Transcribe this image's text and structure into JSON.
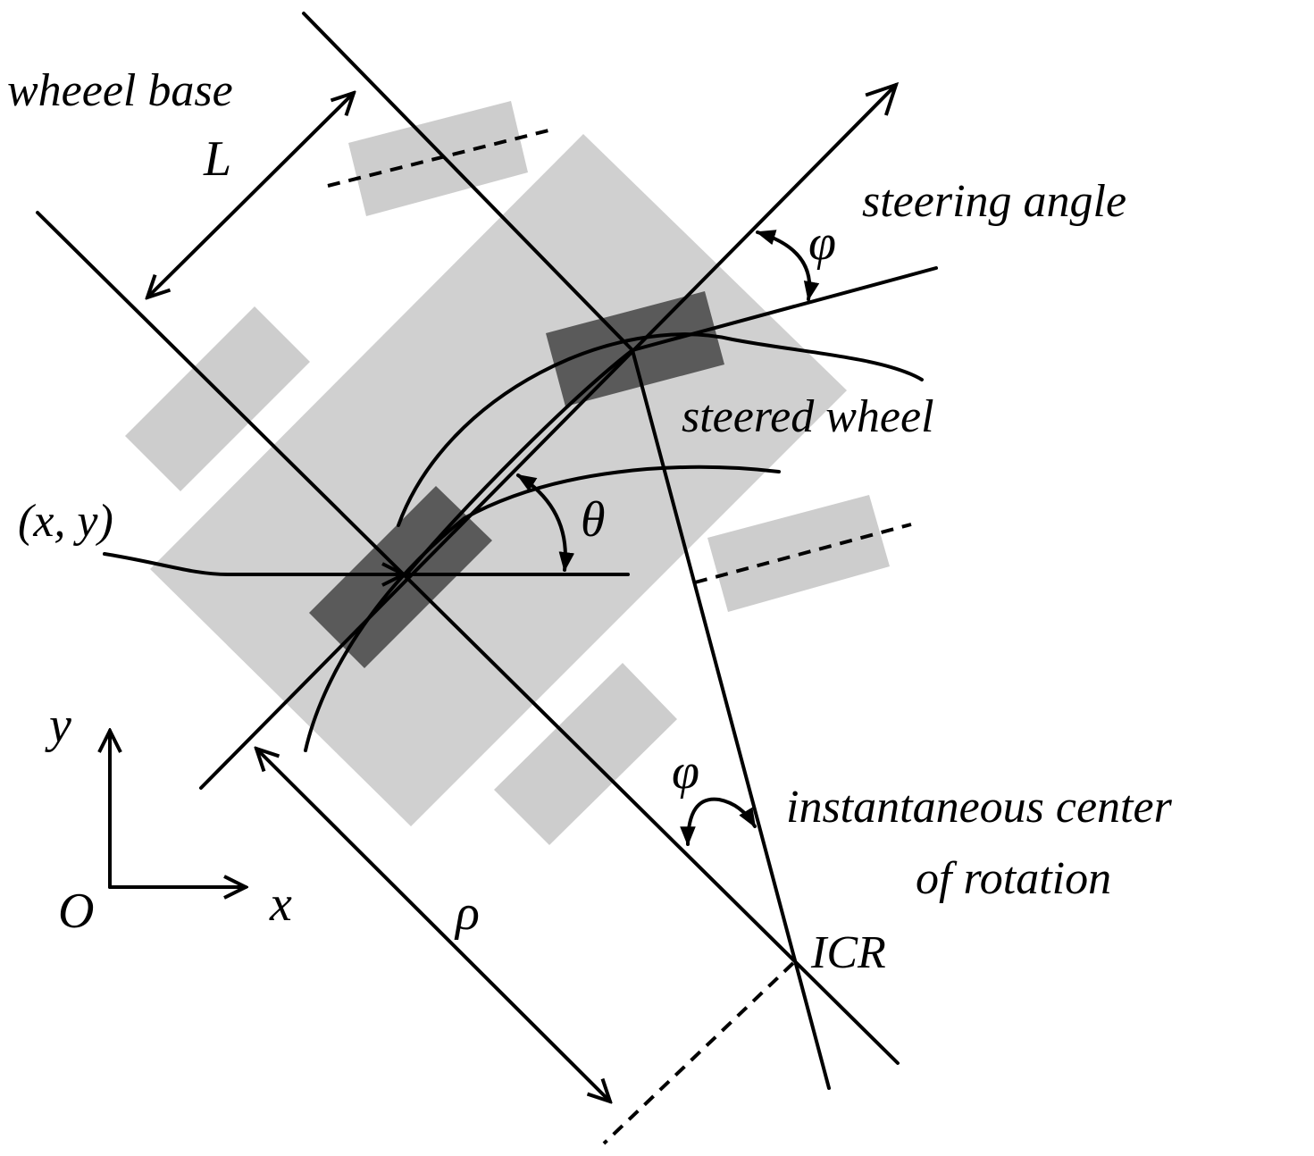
{
  "labels": {
    "wheelbase": "wheeel base",
    "wheelbase_symbol": "L",
    "steering_angle": "steering angle",
    "phi_top": "φ",
    "steered_wheel": "steered wheel",
    "position": "(x, y)",
    "theta": "θ",
    "phi_bottom": "φ",
    "icr_desc_line1": "instantaneous center",
    "icr_desc_line2": "of rotation",
    "icr": "ICR",
    "rho": "ρ",
    "axis_y": "y",
    "axis_x": "x",
    "origin": "O"
  },
  "colors": {
    "vehicle_body": "#d0d0d0",
    "wheel_light": "#cdcdcd",
    "wheel_dark": "#5a5a5a",
    "lines": "#000000"
  }
}
